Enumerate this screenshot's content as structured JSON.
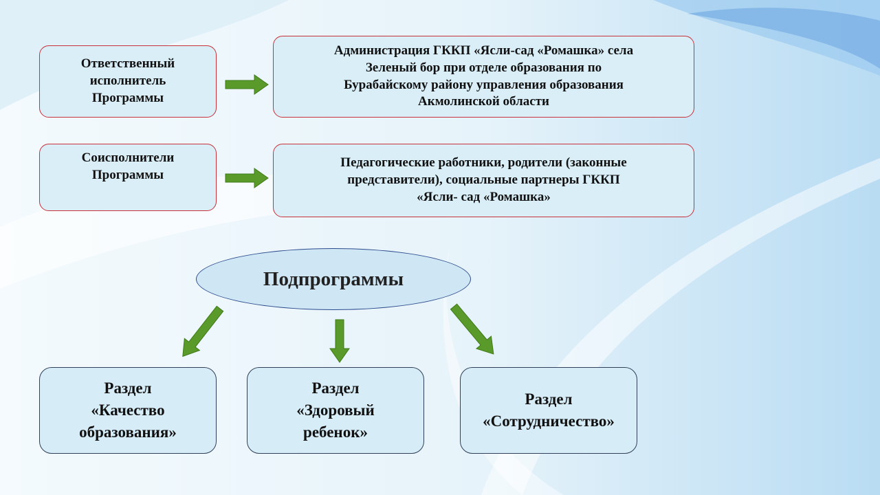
{
  "rows": [
    {
      "label": "Ответственный\nисполнитель\nПрограммы",
      "value": "Администрация ГККП «Ясли-сад «Ромашка» села\nЗеленый бор при отделе образования по\nБурабайскому району управления образования\nАкмолинской области"
    },
    {
      "label": "Соисполнители\nПрограммы",
      "value": "Педагогические работники, родители (законные\nпредставители), социальные партнеры ГККП\n«Ясли- сад «Ромашка»"
    }
  ],
  "center": "Подпрограммы",
  "sections": [
    "Раздел\n«Качество\nобразования»",
    "Раздел\n«Здоровый\nребенок»",
    "Раздел\n«Сотрудничество»"
  ],
  "colors": {
    "arrow": "#5a9a2a",
    "box_fill": "#d9eef7",
    "label_border": "#c8303a",
    "section_border": "#2f3f5a"
  }
}
